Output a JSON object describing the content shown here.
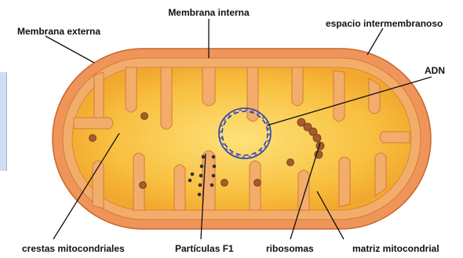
{
  "labels": {
    "membrana_externa": "Membrana externa",
    "membrana_interna": "Membrana interna",
    "espacio_intermembranoso": "espacio intermembranoso",
    "adn": "ADN",
    "crestas_mitocondriales": "crestas mitocondriales",
    "particulas_f1": "Partículas F1",
    "ribosomas": "ribosomas",
    "matriz_mitocondrial": "matriz mitocondrial"
  },
  "colors": {
    "outer_membrane": "#f0955a",
    "inner_membrane": "#f0a868",
    "matrix": "#f5b43a",
    "matrix_light": "#fbd35a",
    "dna": "#2b3fb0",
    "ribosome": "#a35c2d",
    "f1_particle": "#30303a",
    "side_panel": "#cfdcf5"
  }
}
